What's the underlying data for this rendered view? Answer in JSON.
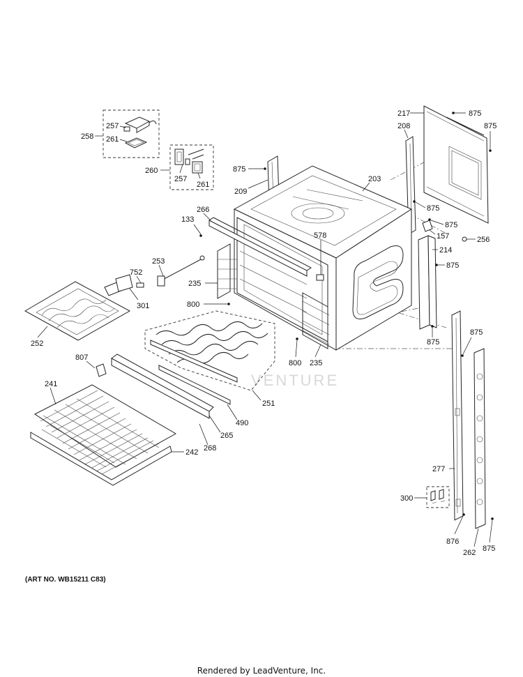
{
  "diagram": {
    "art_number": "(ART NO. WB15211 C83)",
    "footer": "Rendered by LeadVenture, Inc.",
    "watermark": "VENTURE",
    "callouts": [
      "217",
      "875",
      "875",
      "208",
      "258",
      "257",
      "261",
      "260",
      "257",
      "261",
      "875",
      "209",
      "203",
      "266",
      "133",
      "578",
      "875",
      "875",
      "157",
      "256",
      "214",
      "875",
      "253",
      "752",
      "301",
      "235",
      "800",
      "252",
      "800",
      "235",
      "875",
      "875",
      "807",
      "251",
      "241",
      "490",
      "265",
      "268",
      "242",
      "277",
      "300",
      "876",
      "262",
      "875"
    ]
  }
}
